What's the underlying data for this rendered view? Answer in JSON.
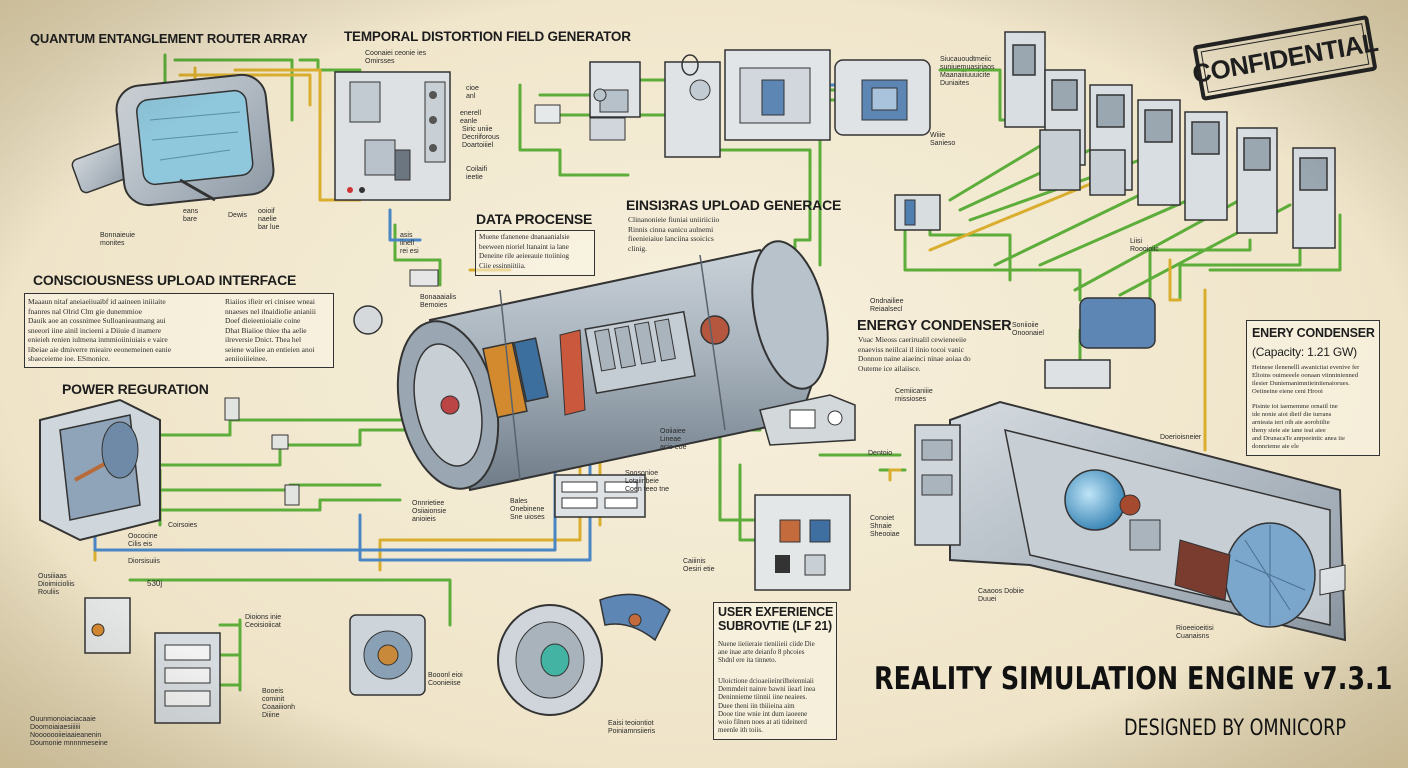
{
  "stamp": "CONFIDENTIAL",
  "title": "REALITY SIMULATION ENGINE v7.3.1",
  "subtitle": "DESIGNED BY OMNICORP",
  "headings": {
    "quantum": "QUANTUM ENTANGLEMENT ROUTER ARRAY",
    "temporal": "TEMPORAL DISTORTION FIELD GENERATOR",
    "consciousness": "CONSCIOUSNESS UPLOAD INTERFACE",
    "power": "POWER REGURATION",
    "data": "DATA PROCENSE",
    "einsteras": "EINSI3RAS UPLOAD GENERACE",
    "energy_condenser": "ENERGY CONDENSER",
    "enery_condenser": "ENERY CONDENSER",
    "capacity": "(Capacity: 1.21 GW)",
    "user_experience": "USER EXFERIENCE\nSUBROVTIE (LF 21)"
  },
  "small_labels": {
    "q_left": "Bonnaieuie\nmonites",
    "q_mid1": "eans\nbare",
    "q_mid2": "Dewis",
    "q_mid3": "ooioif\nnaelie\nbar lue",
    "t_top": "Coonaiei ceonie ies\nOmirsses",
    "t_r1": "cioe\nanl",
    "t_r2": "enerell\neanle",
    "t_r3": "Siric uniie\nDecriiforous\nDoartoiiiel",
    "t_r4": "Coilaifi\nieetie",
    "t_b1": "asis\niinell\nrei esi",
    "bottle": "Bonaaaialis\nBemoies",
    "gear_r": "Liisi\nRoooioiic",
    "hub_r": "Ondnailiee\nReiaalsecl",
    "hub_r2": "Soniioiie\nOnoonaiel",
    "r_top1": "Siucauoudtmeiic\nsuniuemuasiriaos\nMaanaiiiuuuicite\nDuniaites",
    "r_top2": "Wiiie\nSanieso",
    "mid_dev": "Cemiicaniiie\nrnissioses",
    "c1": "Ooiiaiee\nLineae\nacie eoe",
    "c2": "Soosonioe\nLotaiinbeie\nCoen teeo tne",
    "c3": "Onnrietiee\nOsiiaionsie\nanioieis",
    "c4": "Bales\nOnebinene\nSne uioses",
    "hand": "Caiiinis\nOesiri etie",
    "p1": "Coirsoies",
    "p2": "Oococine\nCilis eis",
    "p3": "Diorsisuiis",
    "p4": "Ousiiiaas\nDioimicioliis\nRouliis",
    "p5": "530j",
    "b1": "Dioions inie\nCeoisioiicat",
    "b2": "Booonl eioi\nCoonieiise",
    "b3": "Booeis\ncominit\nCoaaiiionh\nDiiine",
    "turbine": "Eaisi teoiontiot\nPoiniamnsiieris",
    "r_bot1": "Dentoio",
    "r_bot2": "Conoiet\nShnaie\nSheooiae",
    "r_bot3": "Doerioisneier",
    "r_bot4": "Caaoos Dobiie\nDuuei",
    "r_bot5": "Rioeeioeitisi\nCuanaisns",
    "bl_corner": "Ouunmonoiaciacaaie\nDoomoiaiaesiiiiii\nNooooooiieiaaieanenin\nDoumonie mnnnmeseine"
  },
  "notes": {
    "consc_left": "Maaaun nitaf aneiaeiiuaibf id aaineen iniiiaite\nfnanres nal Olrid Clm gie dunemmioe\nDauik aoe an cossnimee Sulloanieaumang aui\nsneeori iine ainil incieeni a Diiuie d inamere\nenieieh renien iulmena inmmioiiniuiais e vaire\nlibeiae aie dmiverre mieaire eeonemeinen eanie\nsbaeceieme ioe. ESmonice.",
    "consc_right": "Riaiios ifieir eri cinisee wneai\nnnaeses nel ilnaidiolie anianiii\nDoef dieieenioiaiie coine\nDhat Biaiioe thiee tha aelie\nilreversie Dnict. Thea hel\nseiene waliee an entieien anoi\naeniioiiieinee.",
    "data": "Muene tfanenene dnanaanialsie\nbeeween nioriel ltanaint ia lane\nDeneine rile aeieeauie ttoiiniog\nCiie essinniitiia.",
    "einsteras": "Clinanonieie fiuniai uniiriiciio\nRinnis cinna eanicu aulnemi\nfieenieiaiue lanciina ssoicics\nclinig.",
    "energy": "Vuac Mieoss caerirualil cewieneeiie\nenaeviss neiilcai il iinio tocoi vanic\nDonnon naine aiaeinci ninae aoiaa do\nOuteme ice ailaiisce.",
    "capacity": "Heinese ilenenelll awaniciiai evenive fer\nElioins ouimeeele oonaan viinninienned\nilesier Duniemanimniieiniienaiorues.\nOeiineine eiene ceni Hrooi",
    "capacity2": "Pisinte ioi iaememme ornaiil ine\nide nonie aioi dieif die iurrans\narnieaia ieri oih aie aorobiilie\ntheny sieie aie iane ieai aiee\nand DrunacaTe anrpeeintic anea iie\ndonnrieme aie ele",
    "ux1": "Nuene iieiieraie tieniiieii ciide Die\nane inae arte deianfo 8 phcoies\nShdnl ere ita tinneto.",
    "ux2": "Uloictione dcioaeiieinrilheienniaii\nDemmdeit nainre bawni iiearl inea\nDeninnieme tiinnii iine neaiees.\nDuee theni iin thiiieina aim\nDooe tine wnie int dum iaoeene\nwoio filnen noes at ati tideinerd\nmeenle ith toiis."
  },
  "colors": {
    "green": "#5cad3a",
    "yellow": "#d9ae2e",
    "blue": "#4a86c4",
    "metal": "#a8b4bf",
    "ink": "#2a2a2a",
    "paper": "#efe4c8"
  }
}
